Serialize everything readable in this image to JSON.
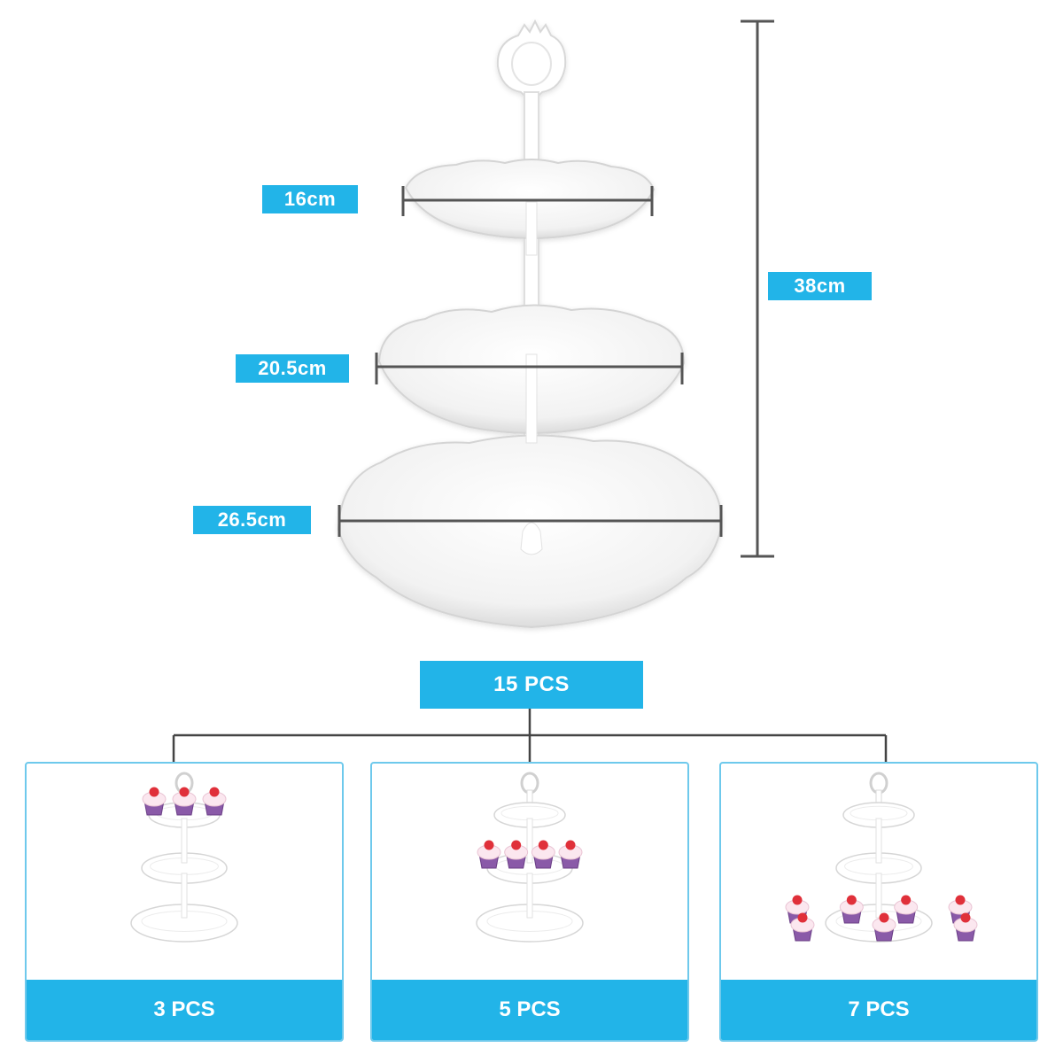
{
  "colors": {
    "accent": "#22b4e8",
    "dimension_line": "#555555",
    "plate": "#ffffff",
    "plate_shade": "#e6e6e6",
    "cupcake_wrapper": "#8a5aa8",
    "strawberry": "#e0303a"
  },
  "dimensions": {
    "top_tier": "16cm",
    "middle_tier": "20.5cm",
    "bottom_tier": "26.5cm",
    "height": "38cm"
  },
  "package": {
    "total_label": "15 PCS",
    "options": [
      {
        "label": "3 PCS",
        "icon": "cupcake-stand-icon",
        "cupcake_tier": "top"
      },
      {
        "label": "5 PCS",
        "icon": "cupcake-stand-icon",
        "cupcake_tier": "middle"
      },
      {
        "label": "7 PCS",
        "icon": "cupcake-stand-icon",
        "cupcake_tier": "bottom"
      }
    ]
  }
}
